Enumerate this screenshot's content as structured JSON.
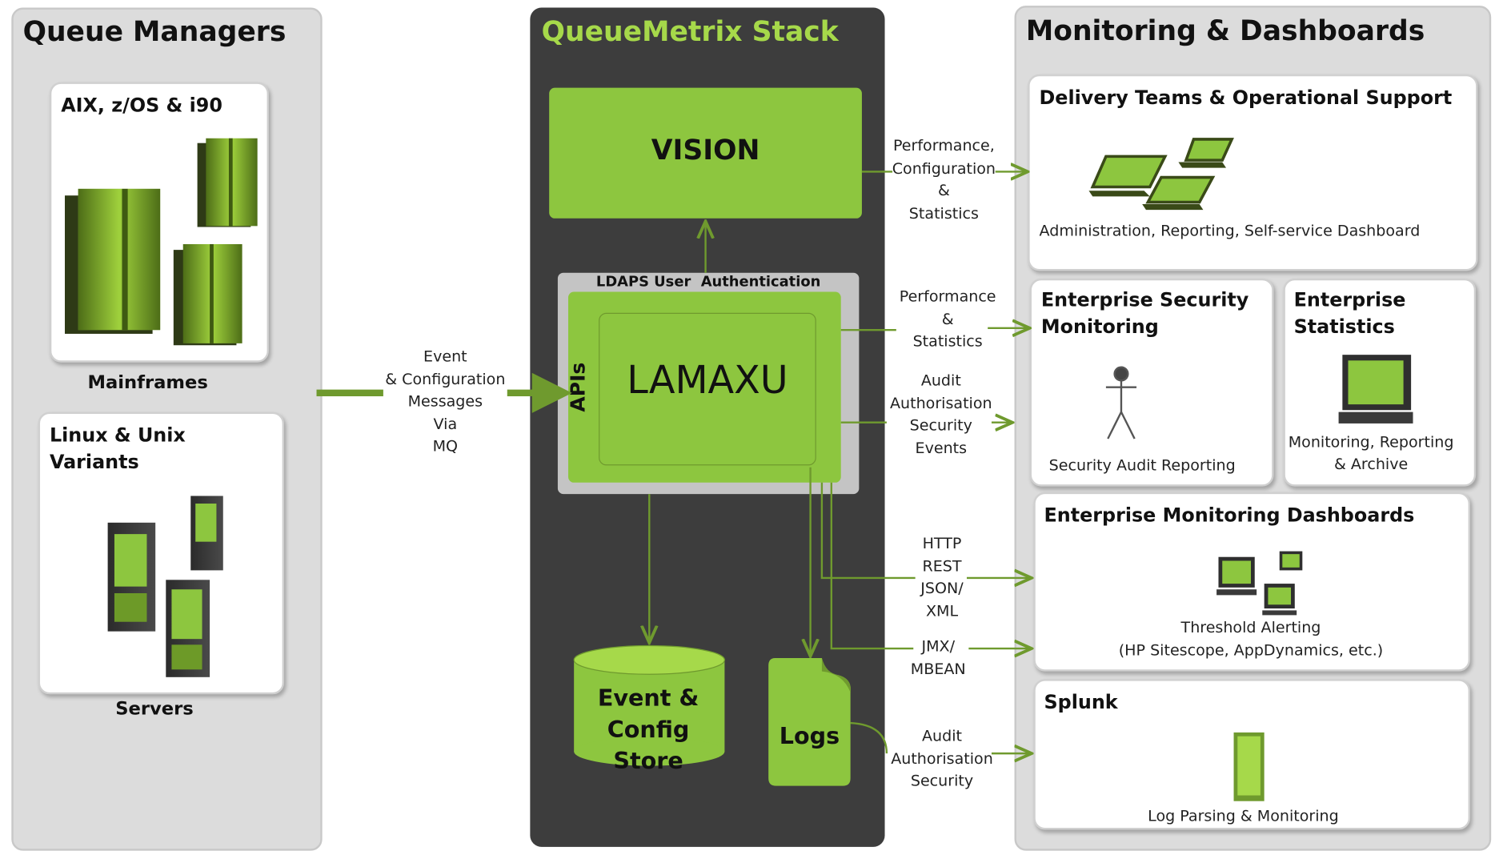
{
  "queue_managers": {
    "title": "Queue Managers",
    "mainframes_card_title": "AIX, z/OS & i90",
    "mainframes_label": "Mainframes",
    "servers_card_title": "Linux & Unix Variants",
    "servers_label": "Servers"
  },
  "stack": {
    "title": "QueueMetrix Stack",
    "vision": "VISION",
    "ldaps": "LDAPS User  Authentication",
    "apis": "APIs",
    "lamaxu": "LAMAXU",
    "event_store": "Event & Config Store",
    "logs": "Logs"
  },
  "inbound_label": [
    "Event",
    "& Configuration",
    "Messages",
    "Via",
    "MQ"
  ],
  "edge_labels": {
    "perf_config_stats": [
      "Performance,",
      "Configuration",
      "&",
      "Statistics"
    ],
    "perf_stats": [
      "Performance",
      "&",
      "Statistics"
    ],
    "audit_events": [
      "Audit",
      "Authorisation",
      "Security",
      "Events"
    ],
    "http_rest": [
      "HTTP",
      "REST",
      "JSON/",
      "XML"
    ],
    "jmx": [
      "JMX/",
      "MBEAN"
    ],
    "audit_security": [
      "Audit",
      "Authorisation",
      "Security"
    ]
  },
  "monitoring": {
    "title": "Monitoring & Dashboards",
    "delivery": {
      "title": "Delivery Teams & Operational Support",
      "caption": "Administration, Reporting, Self-service Dashboard"
    },
    "security": {
      "title": "Enterprise Security Monitoring",
      "caption": "Security Audit Reporting"
    },
    "statistics": {
      "title": "Enterprise Statistics",
      "caption": "Monitoring, Reporting & Archive"
    },
    "dashboards": {
      "title": "Enterprise Monitoring Dashboards",
      "caption_1": "Threshold Alerting",
      "caption_2": "(HP Sitescope, AppDynamics, etc.)"
    },
    "splunk": {
      "title": "Splunk",
      "caption": "Log Parsing & Monitoring"
    }
  },
  "colors": {
    "accent_green": "#8dc63f",
    "stack_bg": "#3d3d3d",
    "title_green": "#a6d94a",
    "panel_gray": "#dcdcdc",
    "arrow_green": "#6f9a2e"
  }
}
